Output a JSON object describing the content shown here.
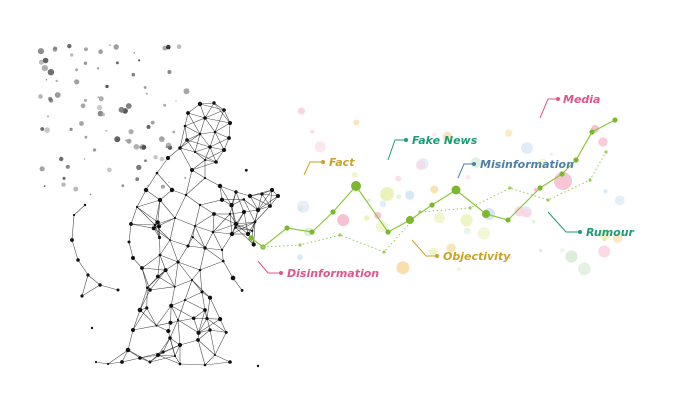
{
  "labels": {
    "fact": "Fact",
    "fake_news": "Fake News",
    "misinformation": "Misinformation",
    "media": "Media",
    "rumour": "Rumour",
    "objectivity": "Objectivity",
    "disinformation": "Disinformation"
  },
  "colors": {
    "fact": "#c9a227",
    "fake_news": "#1f9a7a",
    "misinformation": "#4f7fa6",
    "media": "#e0558b",
    "rumour": "#1f9a7a",
    "objectivity": "#c9a227",
    "disinformation": "#e0558b",
    "line": "#8cc63f",
    "figure": "#111111"
  }
}
